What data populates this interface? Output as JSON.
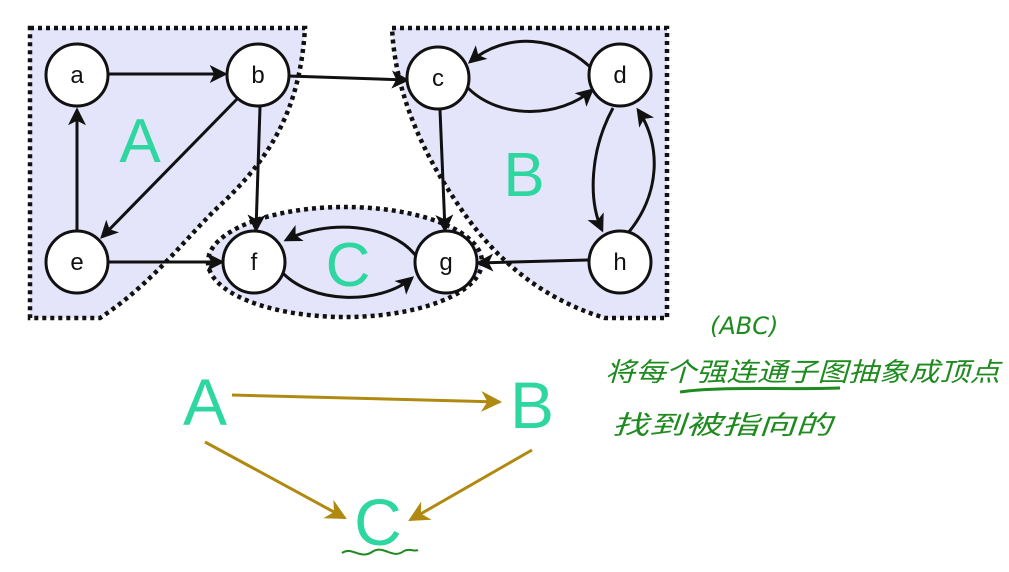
{
  "graph": {
    "nodes": [
      "a",
      "b",
      "c",
      "d",
      "e",
      "f",
      "g",
      "h"
    ],
    "edges": [
      [
        "a",
        "b"
      ],
      [
        "b",
        "c"
      ],
      [
        "b",
        "e"
      ],
      [
        "b",
        "f"
      ],
      [
        "e",
        "a"
      ],
      [
        "e",
        "f"
      ],
      [
        "f",
        "g"
      ],
      [
        "g",
        "f"
      ],
      [
        "c",
        "d"
      ],
      [
        "d",
        "c"
      ],
      [
        "c",
        "g"
      ],
      [
        "d",
        "h"
      ],
      [
        "h",
        "d"
      ],
      [
        "h",
        "g"
      ]
    ],
    "components": [
      "A",
      "B",
      "C"
    ]
  },
  "condensation": {
    "nodes": [
      "A",
      "B",
      "C"
    ],
    "edges": [
      [
        "A",
        "B"
      ],
      [
        "A",
        "C"
      ],
      [
        "B",
        "C"
      ]
    ]
  },
  "note": {
    "line1": "(ABC)",
    "line2": "将每个强连通子图抽象成顶点",
    "line3": "找到被指向的"
  },
  "colors": {
    "region_fill": "#e4e4fa",
    "region_border": "#111111",
    "node_fill": "#ffffff",
    "arrow": "#111111",
    "component_label": "#2ed6a0",
    "dag_arrow": "#b08a10",
    "handwriting": "#1f8a1f"
  }
}
